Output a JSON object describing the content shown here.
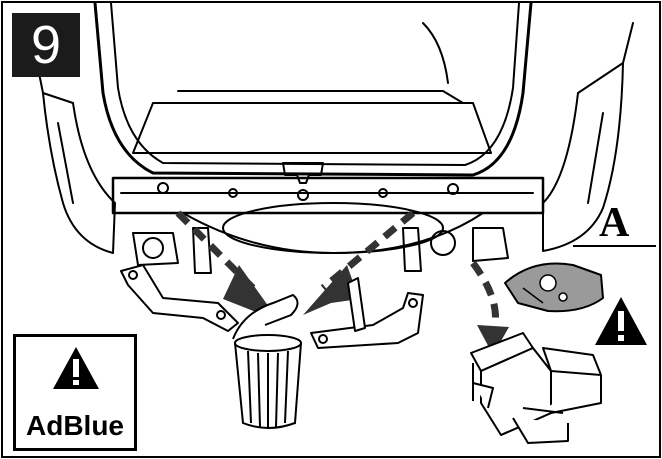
{
  "step": {
    "number": "9"
  },
  "labels": {
    "part": "A",
    "adblue": "AdBlue"
  },
  "icons": {
    "adblue_warning": "warning-triangle-icon",
    "part_warning": "warning-triangle-icon",
    "disposal": "trash-bin-icon"
  },
  "colors": {
    "line": "#000000",
    "fill": "#ffffff",
    "part_fill": "#9a9a9a",
    "badge": "#1b1b1b"
  }
}
